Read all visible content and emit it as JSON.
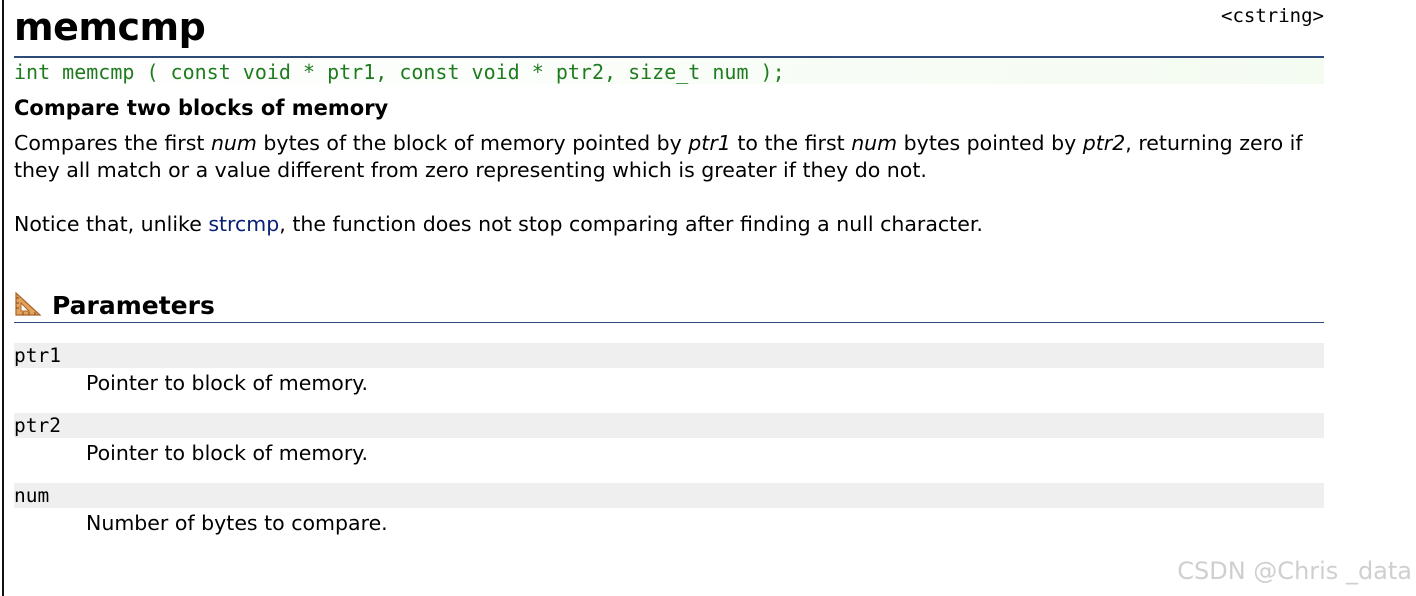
{
  "header": {
    "title": "memcmp",
    "library": "<cstring>"
  },
  "prototype": "int memcmp ( const void * ptr1, const void * ptr2, size_t num );",
  "subtitle": "Compare two blocks of memory",
  "description": {
    "p1": {
      "t1": "Compares the first ",
      "i1": "num",
      "t2": " bytes of the block of memory pointed by ",
      "i2": "ptr1",
      "t3": " to the first ",
      "i3": "num",
      "t4": " bytes pointed by ",
      "i4": "ptr2",
      "t5": ", returning zero if they all match or a value different from zero representing which is greater if they do not."
    },
    "p2": {
      "t1": "Notice that, unlike ",
      "link": "strcmp",
      "t2": ", the function does not stop comparing after finding a null character."
    }
  },
  "parameters": {
    "heading": "Parameters",
    "icon": "set-square-icon",
    "items": [
      {
        "name": "ptr1",
        "desc": "Pointer to block of memory."
      },
      {
        "name": "ptr2",
        "desc": "Pointer to block of memory."
      },
      {
        "name": "num",
        "desc": "Number of bytes to compare."
      }
    ]
  },
  "watermark": "CSDN @Chris _data",
  "colors": {
    "prototype": "#1e7c1e",
    "rule": "#2d4a78",
    "link": "#0a1f77",
    "param_bg": "#efefef"
  }
}
